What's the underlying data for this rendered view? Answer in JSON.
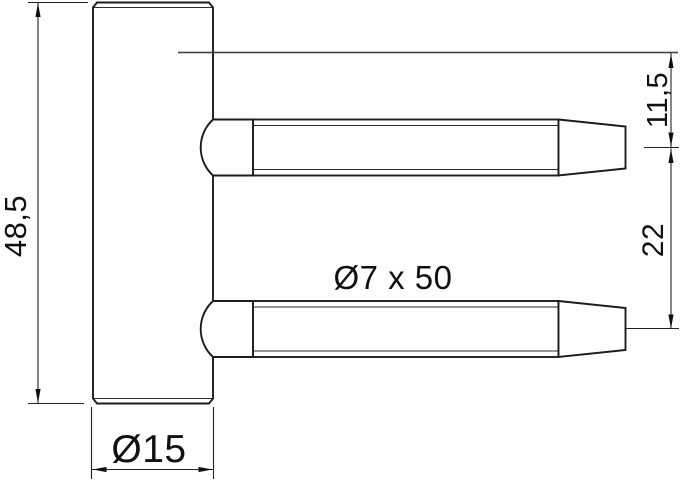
{
  "drawing": {
    "part_labels": {
      "overall_height": "48,5",
      "pin_top_offset": "11,5",
      "pin_spacing": "22",
      "pin_dimensions": "Ø7 x 50",
      "body_diameter": "Ø15"
    },
    "colors": {
      "background": "#ffffff",
      "line": "#1c1c1c",
      "reference_line": "#3d3d3d"
    }
  }
}
